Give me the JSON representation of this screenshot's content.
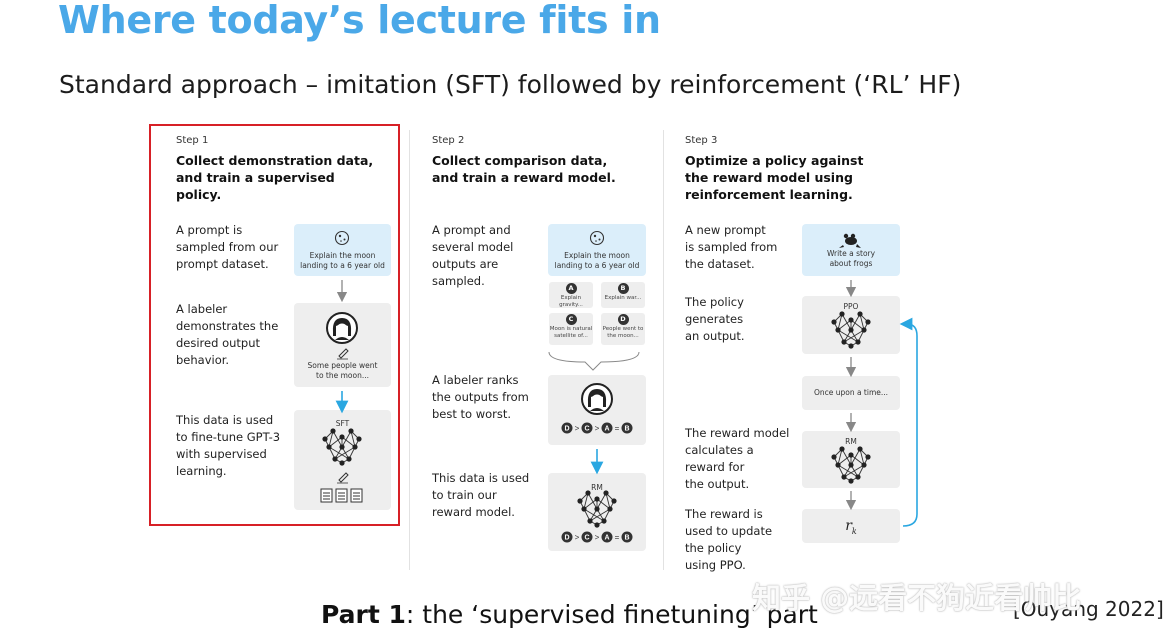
{
  "slide": {
    "title": "Where today’s lecture fits in",
    "subtitle": "Standard approach – imitation (SFT) followed by reinforcement (‘RL’ HF)",
    "footer_bold": "Part 1",
    "footer_rest": ": the ‘supervised finetuning’ part",
    "citation": "[Ouyang 2022]",
    "watermark": "知乎 @远看不狗近看帅比"
  },
  "colors": {
    "title": "#4aa8e8",
    "highlight": "#d72026",
    "arrow_blue": "#2aa7e1"
  },
  "steps": [
    {
      "label": "Step 1",
      "heading": [
        "Collect demonstration data,",
        "and train a supervised policy."
      ],
      "descriptions": [
        [
          "A prompt is",
          "sampled from our",
          "prompt dataset."
        ],
        [
          "A labeler",
          "demonstrates the",
          "desired output",
          "behavior."
        ],
        [
          "This data is used",
          "to fine-tune GPT-3",
          "with supervised",
          "learning."
        ]
      ],
      "prompt": [
        "Explain the moon",
        "landing to a 6 year old"
      ],
      "demo_output": [
        "Some people went",
        "to the moon..."
      ],
      "model_label": "SFT"
    },
    {
      "label": "Step 2",
      "heading": [
        "Collect comparison data,",
        "and train a reward model."
      ],
      "descriptions": [
        [
          "A prompt and",
          "several model",
          "outputs are",
          "sampled."
        ],
        [
          "A labeler ranks",
          "the outputs from",
          "best to worst."
        ],
        [
          "This data is used",
          "to train our",
          "reward model."
        ]
      ],
      "prompt": [
        "Explain the moon",
        "landing to a 6 year old"
      ],
      "outputs": [
        {
          "letter": "A",
          "text": [
            "Explain gravity..."
          ]
        },
        {
          "letter": "B",
          "text": [
            "Explain war..."
          ]
        },
        {
          "letter": "C",
          "text": [
            "Moon is natural",
            "satellite of..."
          ]
        },
        {
          "letter": "D",
          "text": [
            "People went to",
            "the moon..."
          ]
        }
      ],
      "ranking": [
        "D",
        ">",
        "C",
        ">",
        "A",
        "=",
        "B"
      ],
      "model_label": "RM"
    },
    {
      "label": "Step 3",
      "heading": [
        "Optimize a policy against",
        "the reward model using",
        "reinforcement learning."
      ],
      "descriptions": [
        [
          "A new prompt",
          "is sampled from",
          "the dataset."
        ],
        [
          "The policy",
          "generates",
          "an output."
        ],
        [
          "The reward model",
          "calculates a",
          "reward for",
          "the output."
        ],
        [
          "The reward is",
          "used to update",
          "the policy",
          "using PPO."
        ]
      ],
      "prompt": [
        "Write a story",
        "about frogs"
      ],
      "policy_label": "PPO",
      "output": "Once upon a time...",
      "model_label": "RM",
      "reward_symbol": "r",
      "reward_sub": "k"
    }
  ]
}
